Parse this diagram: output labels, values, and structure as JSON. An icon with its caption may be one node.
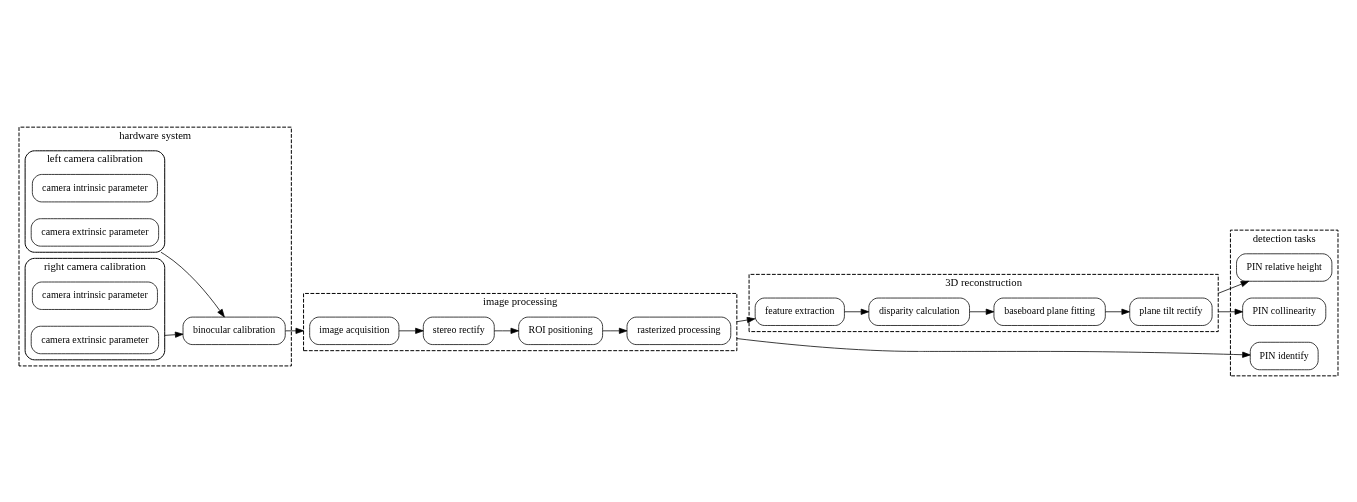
{
  "diagram": {
    "nodes": [
      {
        "text": [
          "hardware system"
        ]
      },
      {
        "text": [
          "left camera calibration"
        ],
        "in": 0
      },
      {
        "text": [
          "camera intrinsic parameter"
        ],
        "in": 1
      },
      {
        "text": [
          "camera extrinsic parameter"
        ],
        "in": 1
      },
      {
        "text": [
          "right camera calibration"
        ],
        "in": 0
      },
      {
        "text": [
          "camera intrinsic parameter"
        ],
        "in": 4
      },
      {
        "text": [
          "camera extrinsic parameter"
        ],
        "in": 4
      },
      {
        "text": [
          "binocular calibration"
        ],
        "in": 0
      },
      {
        "text": [
          "image processing"
        ]
      },
      {
        "text": [
          "image acquisition"
        ],
        "in": 8
      },
      {
        "text": [
          "stereo rectify"
        ],
        "in": 8
      },
      {
        "text": [
          "ROI positioning"
        ],
        "in": 8
      },
      {
        "text": [
          "rasterized processing"
        ],
        "in": 8
      },
      {
        "text": [
          "3D reconstruction"
        ]
      },
      {
        "text": [
          "feature extraction"
        ],
        "in": 13
      },
      {
        "text": [
          "disparity calculation"
        ],
        "in": 13
      },
      {
        "text": [
          "baseboard plane fitting"
        ],
        "in": 13
      },
      {
        "text": [
          "plane tilt rectify"
        ],
        "in": 13
      },
      {
        "text": [
          "detection tasks"
        ]
      },
      {
        "text": [
          "PIN identify"
        ],
        "in": 18
      },
      {
        "text": [
          "PIN collinearity"
        ],
        "in": 18
      },
      {
        "text": [
          "PIN relative height"
        ],
        "in": 18
      }
    ],
    "edges": [
      {
        "from": 1,
        "to": 7,
        "arrow": "to"
      },
      {
        "from": 4,
        "to": 7,
        "arrow": "to"
      },
      {
        "from": 7,
        "to": 8,
        "arrow": "to"
      },
      {
        "from": 8,
        "to": 19,
        "arrow": "to"
      },
      {
        "from": 8,
        "to": 14,
        "arrow": "to"
      },
      {
        "from": 9,
        "to": 10,
        "arrow": "to"
      },
      {
        "from": 10,
        "to": 11,
        "arrow": "to"
      },
      {
        "from": 11,
        "to": 12,
        "arrow": "to"
      },
      {
        "from": 14,
        "to": 15,
        "arrow": "to"
      },
      {
        "from": 15,
        "to": 16,
        "arrow": "to"
      },
      {
        "from": 16,
        "to": 17,
        "arrow": "to"
      },
      {
        "from": 13,
        "to": 20,
        "arrow": "to"
      },
      {
        "from": 13,
        "to": 21,
        "arrow": "to"
      }
    ]
  }
}
